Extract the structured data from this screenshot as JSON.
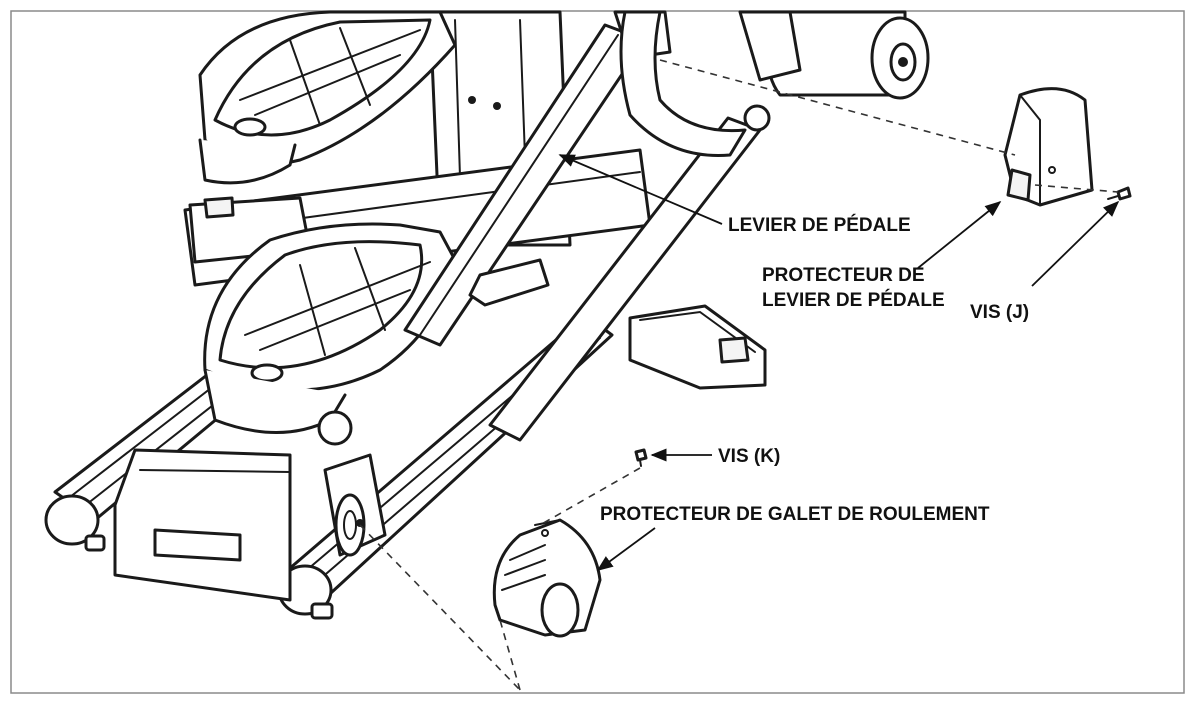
{
  "labels": {
    "pedal_lever": "LEVIER DE PÉDALE",
    "pedal_lever_guard_line1": "PROTECTEUR DE",
    "pedal_lever_guard_line2": "LEVIER DE PÉDALE",
    "screw_j": "VIS (J)",
    "screw_k": "VIS (K)",
    "roller_guard": "PROTECTEUR DE GALET DE ROULEMENT"
  }
}
